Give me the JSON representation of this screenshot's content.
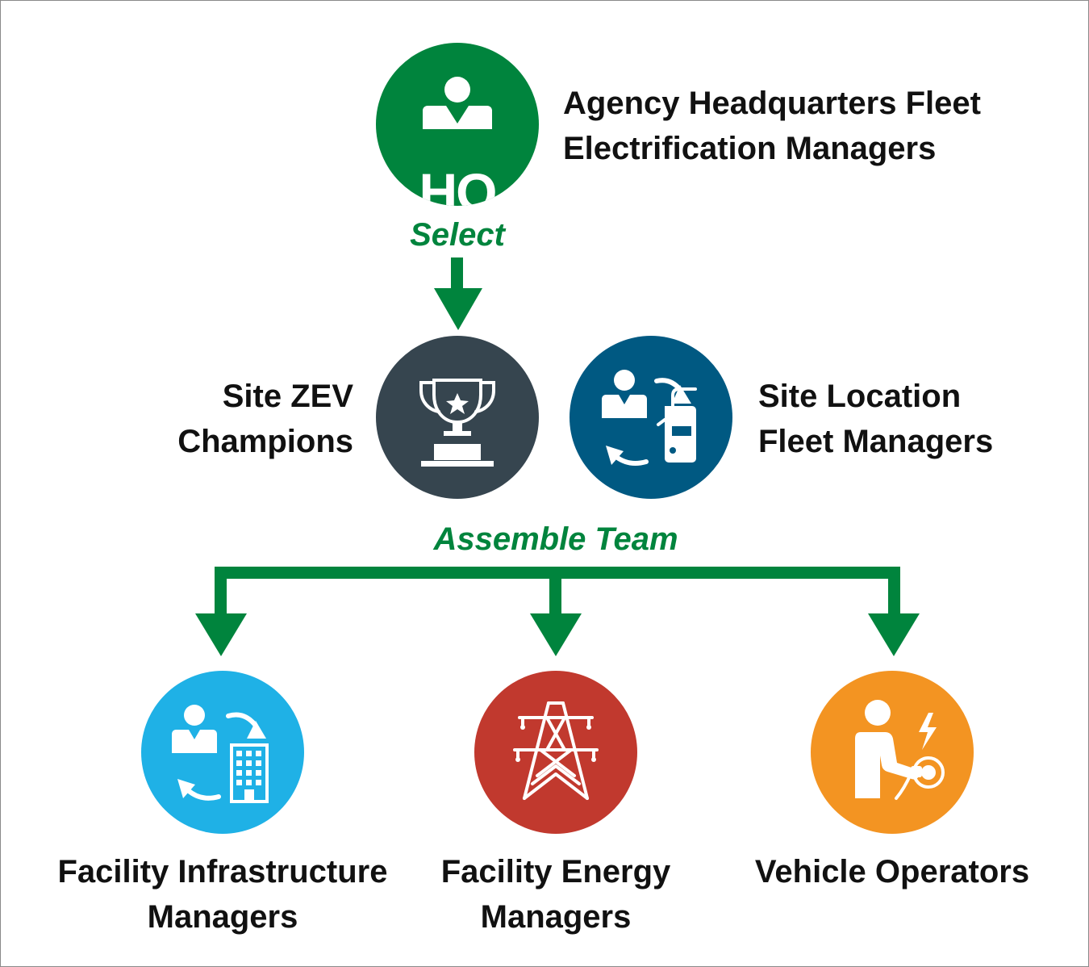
{
  "colors": {
    "flow_green": "#00843d",
    "hq": "#00843d",
    "champion": "#36454f",
    "fleet": "#005982",
    "infrastructure": "#1fb1e6",
    "energy": "#c1392e",
    "operators": "#f39422",
    "text": "#111111"
  },
  "hq": {
    "badge": "HQ",
    "icon": "person-icon",
    "label": "Agency Headquarters Fleet\nElectrification Managers"
  },
  "flow": {
    "select": "Select",
    "assemble": "Assemble Team"
  },
  "site": {
    "champions": {
      "label": "Site ZEV\nChampions",
      "icon": "trophy-icon"
    },
    "fleet_managers": {
      "label": "Site Location\nFleet Managers",
      "icon": "person-vehicle-exchange-icon"
    }
  },
  "team": {
    "infrastructure": {
      "label": "Facility Infrastructure\nManagers",
      "icon": "person-building-exchange-icon"
    },
    "energy": {
      "label": "Facility Energy\nManagers",
      "icon": "power-tower-icon"
    },
    "operators": {
      "label": "Vehicle Operators",
      "icon": "person-charging-icon"
    }
  }
}
